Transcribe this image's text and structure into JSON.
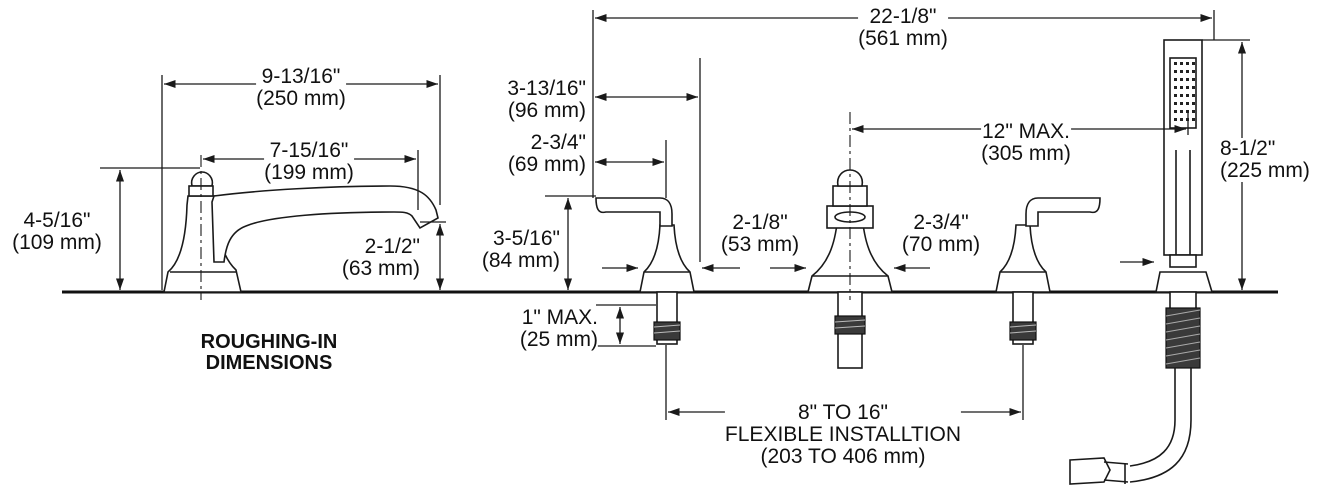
{
  "title": {
    "line1": "ROUGHING-IN",
    "line2": "DIMENSIONS"
  },
  "dimensions": {
    "overall_width": {
      "in": "22-1/8\"",
      "mm": "(561 mm)"
    },
    "spout_length": {
      "in": "9-13/16\"",
      "mm": "(250 mm)"
    },
    "spout_reach": {
      "in": "7-15/16\"",
      "mm": "(199 mm)"
    },
    "spout_height": {
      "in": "4-5/16\"",
      "mm": "(109 mm)"
    },
    "spout_outlet_height": {
      "in": "2-1/2\"",
      "mm": "(63 mm)"
    },
    "handle_length": {
      "in": "3-13/16\"",
      "mm": "(96 mm)"
    },
    "handle_reach": {
      "in": "2-3/4\"",
      "mm": "(69 mm)"
    },
    "handle_height": {
      "in": "3-5/16\"",
      "mm": "(84 mm)"
    },
    "handle_base_dia": {
      "in": "2-1/8\"",
      "mm": "(53 mm)"
    },
    "diverter_base_dia": {
      "in": "2-3/4\"",
      "mm": "(70 mm)"
    },
    "handshower_spacing": {
      "in": "12\" MAX.",
      "mm": "(305 mm)"
    },
    "handshower_height": {
      "in": "8-1/2\"",
      "mm": "(225 mm)"
    },
    "deck_thickness": {
      "in": "1\" MAX.",
      "mm": "(25 mm)"
    },
    "handle_spread": {
      "in": "8\" TO 16\"",
      "note": "FLEXIBLE INSTALLTION",
      "mm": "(203 TO 406 mm)"
    }
  }
}
